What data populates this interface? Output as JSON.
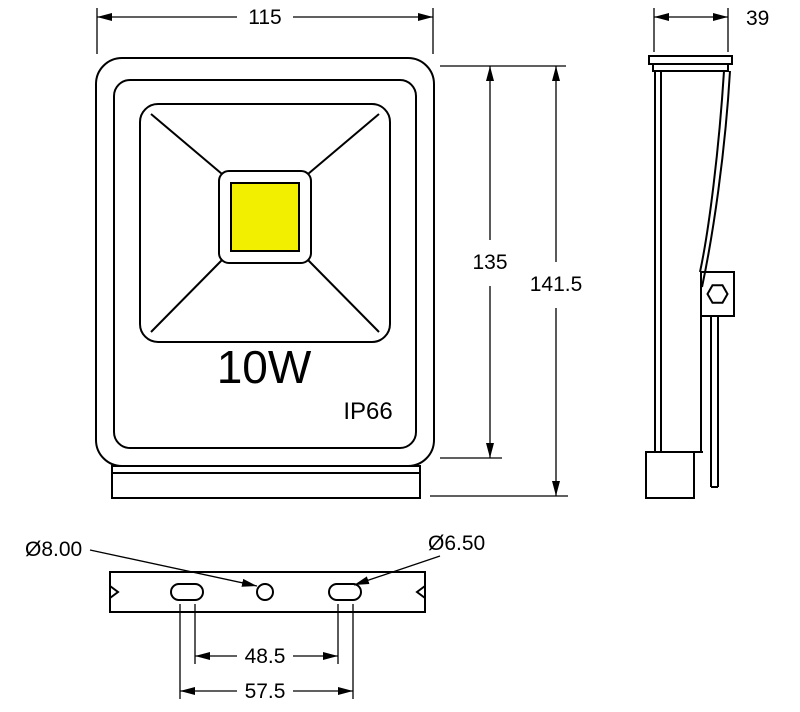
{
  "colors": {
    "line": "#000000",
    "text": "#000000",
    "led_chip": "#f2f000",
    "background": "#ffffff"
  },
  "front_view": {
    "wattage_label": "10W",
    "ip_rating_label": "IP66"
  },
  "dimensions": {
    "width": "115",
    "body_height": "135",
    "overall_height": "141.5",
    "depth": "39",
    "center_hole_diameter": "Ø8.00",
    "slot_hole_diameter": "Ø6.50",
    "slot_center_spacing": "48.5",
    "slot_outer_spacing": "57.5"
  }
}
